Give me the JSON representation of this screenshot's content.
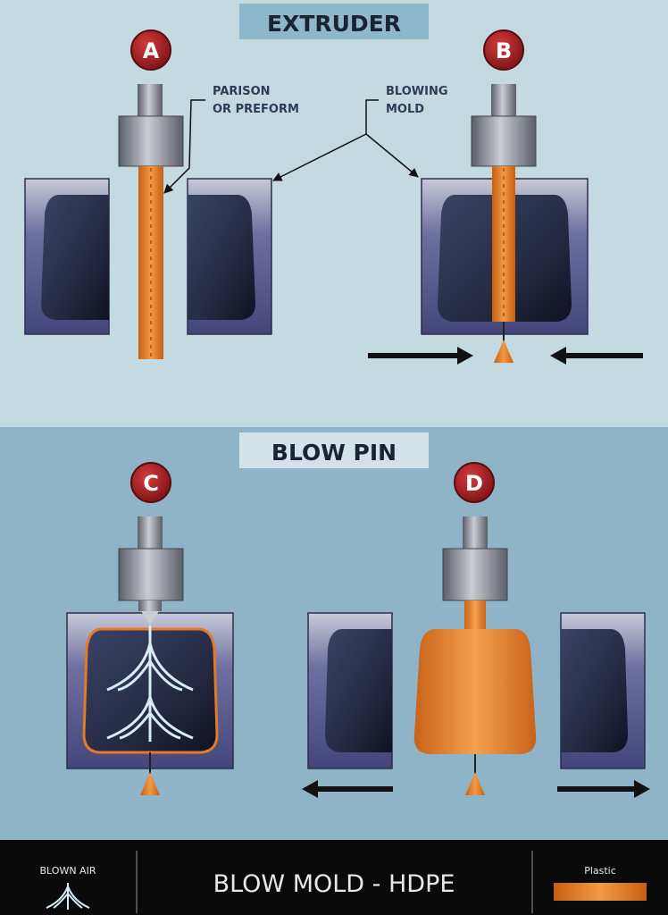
{
  "sections": {
    "top_title": "EXTRUDER",
    "bottom_title": "BLOW PIN"
  },
  "steps": [
    "A",
    "B",
    "C",
    "D"
  ],
  "callouts": {
    "parison_line1": "PARISON",
    "parison_line2": "OR PREFORM",
    "mold_line1": "BLOWING",
    "mold_line2": "MOLD"
  },
  "footer": {
    "legend_air": "BLOWN AIR",
    "title": "BLOW MOLD - HDPE",
    "legend_plastic": "Plastic"
  },
  "colors": {
    "top_bg": "#c4dae1",
    "bottom_bg": "#8fb4c8",
    "plastic": "#e27a26",
    "mold_frame": "#4d4f80",
    "cavity": "#23273f",
    "metal": "#8a8f99",
    "marker": "#a11f24",
    "footer_bg": "#0a0a0a"
  }
}
